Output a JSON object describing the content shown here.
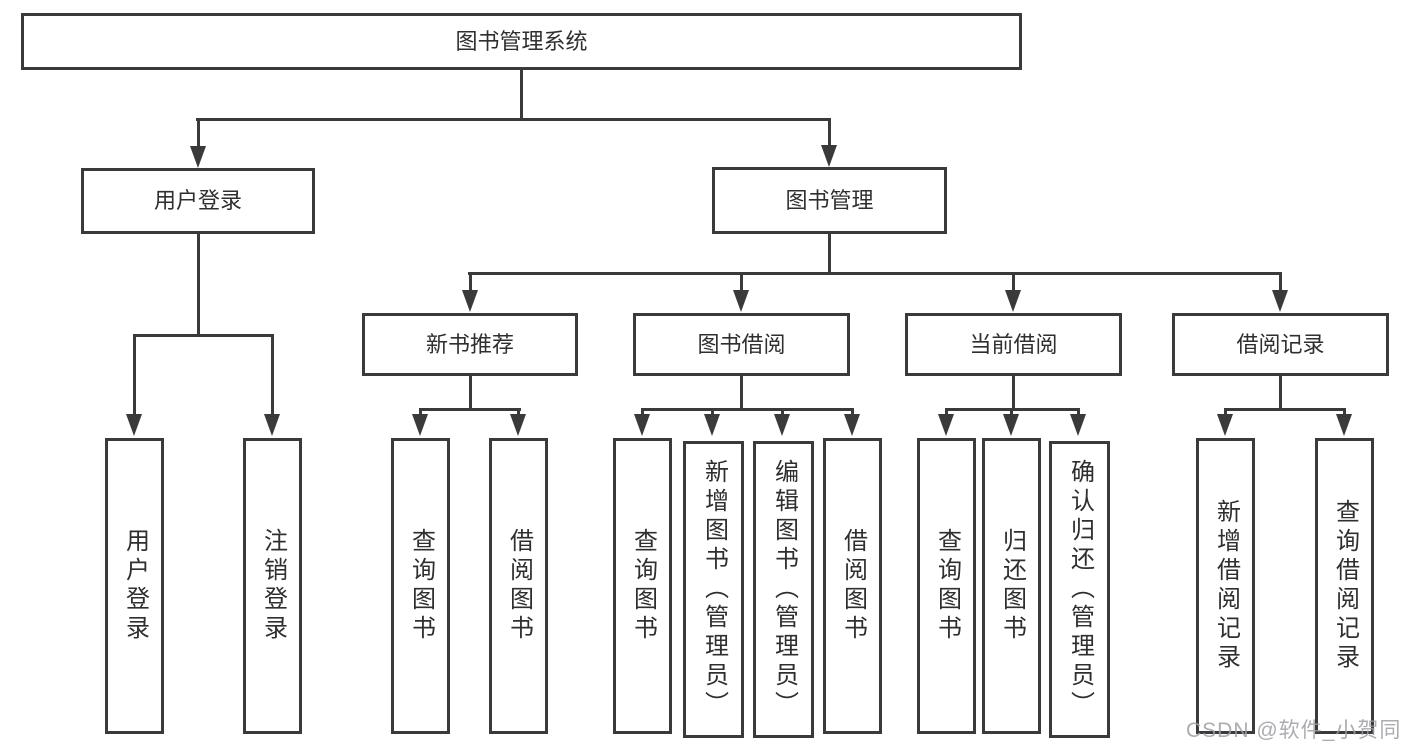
{
  "tree": {
    "root": {
      "label": "图书管理系统",
      "children": [
        {
          "label": "用户登录",
          "children": [
            {
              "label": "用户登录"
            },
            {
              "label": "注销登录"
            }
          ]
        },
        {
          "label": "图书管理",
          "children": [
            {
              "label": "新书推荐",
              "children": [
                {
                  "label": "查询图书"
                },
                {
                  "label": "借阅图书"
                }
              ]
            },
            {
              "label": "图书借阅",
              "children": [
                {
                  "label": "查询图书"
                },
                {
                  "label": "新增图书（管理员）"
                },
                {
                  "label": "编辑图书（管理员）"
                },
                {
                  "label": "借阅图书"
                }
              ]
            },
            {
              "label": "当前借阅",
              "children": [
                {
                  "label": "查询图书"
                },
                {
                  "label": "归还图书"
                },
                {
                  "label": "确认归还（管理员）"
                }
              ]
            },
            {
              "label": "借阅记录",
              "children": [
                {
                  "label": "新增借阅记录"
                },
                {
                  "label": "查询借阅记录"
                }
              ]
            }
          ]
        }
      ]
    }
  },
  "watermark": {
    "text": "CSDN @软件_小贺同学"
  },
  "colors": {
    "line": "#3a3a3a",
    "text": "#2f2f2f",
    "watermark": "#9e9ea3",
    "background": "#ffffff"
  }
}
